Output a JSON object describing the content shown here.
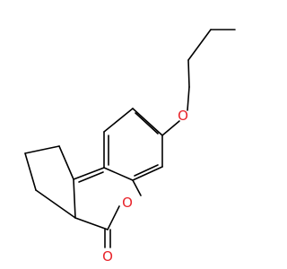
{
  "molecule": {
    "atoms": [
      {
        "element": "O",
        "label": "O",
        "color": "#e8232a"
      },
      {
        "element": "O",
        "label": "O",
        "color": "#e8232a"
      },
      {
        "element": "O",
        "label": "O",
        "color": "#e8232a"
      }
    ],
    "bond_color": "#000000",
    "background": "#ffffff"
  }
}
